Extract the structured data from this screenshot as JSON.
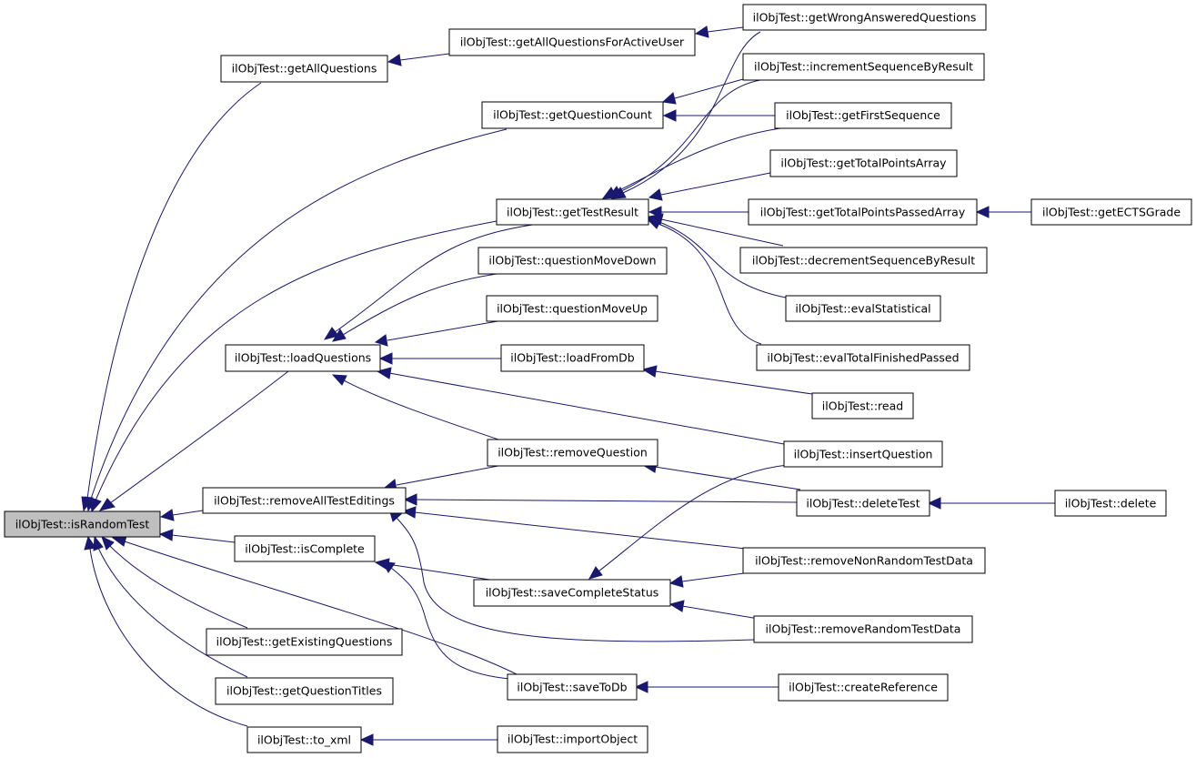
{
  "graph": {
    "title": "",
    "nodes": {
      "isRandomTest": "ilObjTest::isRandomTest",
      "getAllQuestions": "ilObjTest::getAllQuestions",
      "getAllQuestionsForActiveUser": "ilObjTest::getAllQuestionsForActiveUser",
      "getWrongAnsweredQuestions": "ilObjTest::getWrongAnsweredQuestions",
      "getQuestionCount": "ilObjTest::getQuestionCount",
      "incrementSequenceByResult": "ilObjTest::incrementSequenceByResult",
      "getFirstSequence": "ilObjTest::getFirstSequence",
      "getTotalPointsArray": "ilObjTest::getTotalPointsArray",
      "getTestResult": "ilObjTest::getTestResult",
      "getTotalPointsPassedArray": "ilObjTest::getTotalPointsPassedArray",
      "getECTSGrade": "ilObjTest::getECTSGrade",
      "decrementSequenceByResult": "ilObjTest::decrementSequenceByResult",
      "questionMoveDown": "ilObjTest::questionMoveDown",
      "questionMoveUp": "ilObjTest::questionMoveUp",
      "evalStatistical": "ilObjTest::evalStatistical",
      "loadQuestions": "ilObjTest::loadQuestions",
      "loadFromDb": "ilObjTest::loadFromDb",
      "evalTotalFinishedPassed": "ilObjTest::evalTotalFinishedPassed",
      "read": "ilObjTest::read",
      "removeQuestion": "ilObjTest::removeQuestion",
      "insertQuestion": "ilObjTest::insertQuestion",
      "removeAllTestEditings": "ilObjTest::removeAllTestEditings",
      "deleteTest": "ilObjTest::deleteTest",
      "delete": "ilObjTest::delete",
      "isComplete": "ilObjTest::isComplete",
      "removeNonRandomTestData": "ilObjTest::removeNonRandomTestData",
      "saveCompleteStatus": "ilObjTest::saveCompleteStatus",
      "removeRandomTestData": "ilObjTest::removeRandomTestData",
      "getExistingQuestions": "ilObjTest::getExistingQuestions",
      "getQuestionTitles": "ilObjTest::getQuestionTitles",
      "saveToDb": "ilObjTest::saveToDb",
      "createReference": "ilObjTest::createReference",
      "to_xml": "ilObjTest::to_xml",
      "importObject": "ilObjTest::importObject"
    },
    "colors": {
      "edge": "#191970",
      "node_border": "#000000",
      "node_fill": "#ffffff",
      "root_fill": "#bfbfbf"
    }
  }
}
